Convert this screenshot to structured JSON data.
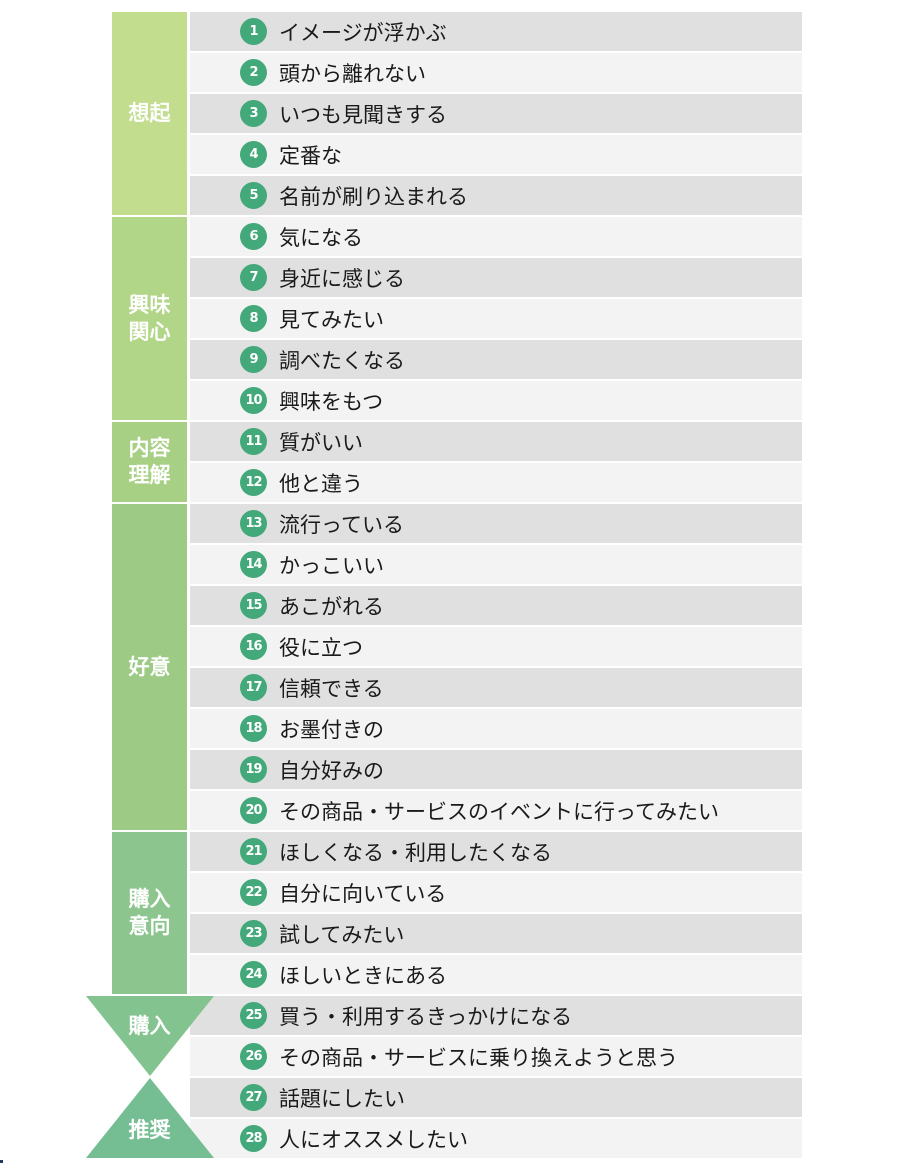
{
  "colors": {
    "badge": "#43a87a",
    "row_dark": "#e0e0e0",
    "row_light": "#f3f3f3",
    "stage_colors": [
      "#c1dd8d",
      "#b2d688",
      "#a7d085",
      "#9dcb86",
      "#8cc68e",
      "#83c38f",
      "#75bd93"
    ]
  },
  "stages": [
    {
      "label": "想起",
      "from": 1,
      "to": 5,
      "shape": "rect"
    },
    {
      "label": "興味関心",
      "from": 6,
      "to": 10,
      "shape": "rect"
    },
    {
      "label": "内容理解",
      "from": 11,
      "to": 12,
      "shape": "rect"
    },
    {
      "label": "好意",
      "from": 13,
      "to": 20,
      "shape": "rect"
    },
    {
      "label": "購入意向",
      "from": 21,
      "to": 24,
      "shape": "rect"
    },
    {
      "label": "購入",
      "from": 25,
      "to": 26,
      "shape": "triangle-down"
    },
    {
      "label": "推奨",
      "from": 27,
      "to": 28,
      "shape": "triangle-up"
    }
  ],
  "items": [
    {
      "num": "1",
      "label": "イメージが浮かぶ"
    },
    {
      "num": "2",
      "label": "頭から離れない"
    },
    {
      "num": "3",
      "label": "いつも見聞きする"
    },
    {
      "num": "4",
      "label": "定番な"
    },
    {
      "num": "5",
      "label": "名前が刷り込まれる"
    },
    {
      "num": "6",
      "label": "気になる"
    },
    {
      "num": "7",
      "label": "身近に感じる"
    },
    {
      "num": "8",
      "label": "見てみたい"
    },
    {
      "num": "9",
      "label": "調べたくなる"
    },
    {
      "num": "10",
      "label": "興味をもつ"
    },
    {
      "num": "11",
      "label": "質がいい"
    },
    {
      "num": "12",
      "label": "他と違う"
    },
    {
      "num": "13",
      "label": "流行っている"
    },
    {
      "num": "14",
      "label": "かっこいい"
    },
    {
      "num": "15",
      "label": "あこがれる"
    },
    {
      "num": "16",
      "label": "役に立つ"
    },
    {
      "num": "17",
      "label": "信頼できる"
    },
    {
      "num": "18",
      "label": "お墨付きの"
    },
    {
      "num": "19",
      "label": "自分好みの"
    },
    {
      "num": "20",
      "label": "その商品・サービスのイベントに行ってみたい"
    },
    {
      "num": "21",
      "label": "ほしくなる・利用したくなる"
    },
    {
      "num": "22",
      "label": "自分に向いている"
    },
    {
      "num": "23",
      "label": "試してみたい"
    },
    {
      "num": "24",
      "label": "ほしいときにある"
    },
    {
      "num": "25",
      "label": "買う・利用するきっかけになる"
    },
    {
      "num": "26",
      "label": "その商品・サービスに乗り換えようと思う"
    },
    {
      "num": "27",
      "label": "話題にしたい"
    },
    {
      "num": "28",
      "label": "人にオススメしたい"
    }
  ]
}
